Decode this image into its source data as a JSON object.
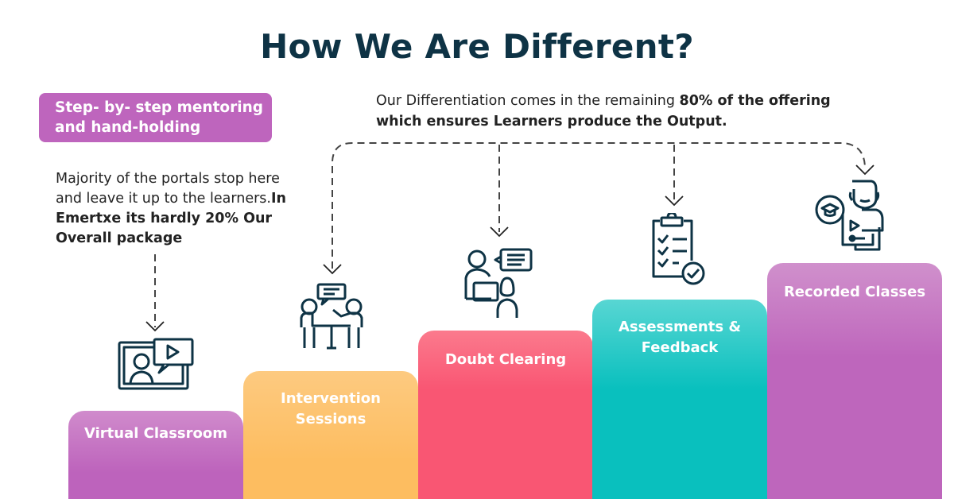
{
  "title": "How We Are Different?",
  "badge": {
    "label": "Step- by- step mentoring and hand-holding",
    "line1": "Step- by- step mentoring",
    "line2": "and hand-holding",
    "color": "#be65bd"
  },
  "note_left": {
    "normal": "Majority of the portals stop here and leave it up to the learners.",
    "bold": "In Emertxe its hardly 20% Our Overall package"
  },
  "note_top": {
    "normal": "Our Differentiation comes in the remaining ",
    "bold": "80% of the offering which ensures Learners produce the Output."
  },
  "steps": [
    {
      "label": "Virtual Classroom",
      "lines": [
        "Virtual Classroom"
      ],
      "icon": "video-lecture-icon",
      "color": "#bd63bc"
    },
    {
      "label": "Intervention Sessions",
      "lines": [
        "Intervention",
        "Sessions"
      ],
      "icon": "group-discussion-icon",
      "color": "#fdbd60"
    },
    {
      "label": "Doubt Clearing",
      "lines": [
        "Doubt Clearing"
      ],
      "icon": "mentor-conversation-icon",
      "color": "#f95673"
    },
    {
      "label": "Assessments & Feedback",
      "lines": [
        "Assessments &",
        "Feedback"
      ],
      "icon": "checklist-clipboard-icon",
      "color": "#09c0be"
    },
    {
      "label": "Recorded Classes",
      "lines": [
        "Recorded Classes"
      ],
      "icon": "recorded-lesson-icon",
      "color": "#be66bc"
    }
  ],
  "colors": {
    "title": "#0e3345",
    "icon_stroke": "#0e3345",
    "connector": "#444444"
  }
}
